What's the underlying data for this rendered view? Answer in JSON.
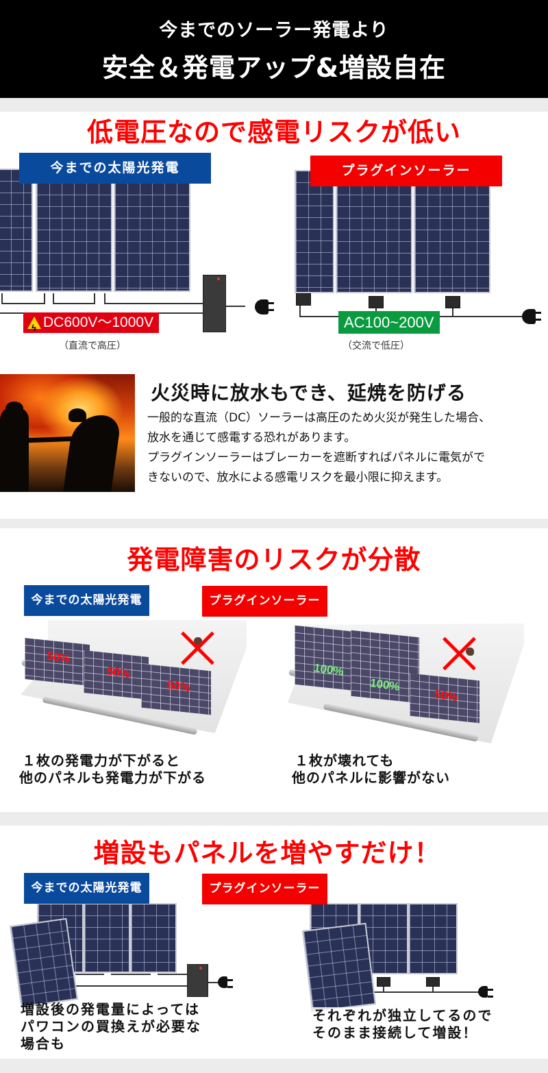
{
  "hero": {
    "line1": "今までのソーラー発電より",
    "line2": "安全＆発電アップ&増設自在"
  },
  "colors": {
    "title_red": "#f00000",
    "label_blue": "#0a4a9c",
    "label_red": "#f40000",
    "dc_badge": "#e00012",
    "ac_badge": "#0a9a3f",
    "hero_bg": "#000000",
    "divider_gray": "#ececec"
  },
  "section1": {
    "title": "低電圧なので感電リスクが低い",
    "left_label": "今までの太陽光発電",
    "right_label": "プラグインソーラー",
    "dc_voltage": "DC600V〜1000V",
    "dc_note": "（直流で高圧）",
    "ac_voltage": "AC100~200V",
    "ac_note": "（交流で低圧）",
    "icons": {
      "warning": "warning-triangle-icon",
      "plug": "power-plug-icon"
    }
  },
  "fire": {
    "heading": "火災時に放水もでき、延焼を防げる",
    "lines": [
      "一般的な直流（DC）ソーラーは高圧のため火災が発生した場合、",
      "放水を通じて感電する恐れがあります。",
      "プラグインソーラーはブレーカーを遮断すればパネルに電気がで",
      "きないので、放水による感電リスクを最小限に抑えます。"
    ]
  },
  "section2": {
    "title": "発電障害のリスクが分散",
    "left_label": "今までの太陽光発電",
    "right_label": "プラグインソーラー",
    "left_percentages": [
      "50%",
      "50%",
      "50%"
    ],
    "right_percentages": [
      "100%",
      "100%",
      "50%"
    ],
    "left_caption": [
      "１枚の発電力が下がると",
      "他のパネルも発電力が下がる"
    ],
    "right_caption": [
      "１枚が壊れても",
      "他のパネルに影響がない"
    ]
  },
  "section3": {
    "title": "増設もパネルを増やすだけ！",
    "left_label": "今までの太陽光発電",
    "right_label": "プラグインソーラー",
    "left_caption": [
      "増設後の発電量によっては",
      "パワコンの買換えが必要な",
      "場合も"
    ],
    "right_caption": [
      "それぞれが独立してるので",
      "そのまま接続して増設！"
    ]
  }
}
